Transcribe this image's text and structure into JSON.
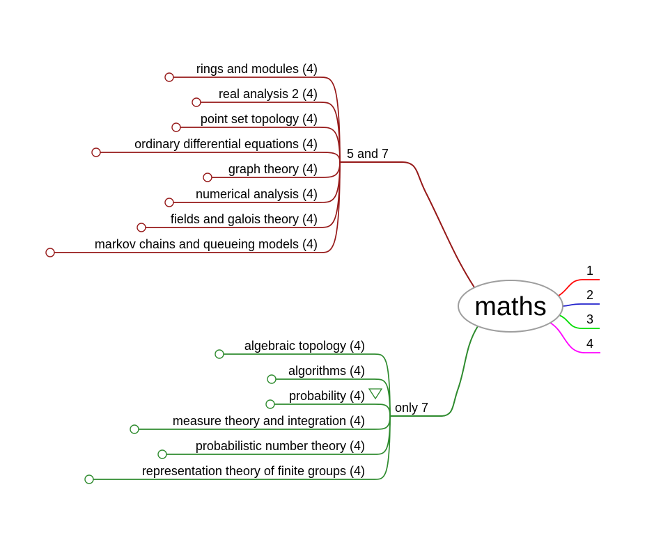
{
  "map": {
    "root": {
      "label": "maths",
      "border_color": "#9e9e9e"
    },
    "background": "#ffffff",
    "branches": [
      {
        "label": "5 and 7",
        "color": "#961919",
        "children": [
          {
            "label": "rings and modules (4)"
          },
          {
            "label": "real analysis 2 (4)"
          },
          {
            "label": "point set topology (4)"
          },
          {
            "label": "ordinary differential equations (4)"
          },
          {
            "label": "graph theory (4)"
          },
          {
            "label": "numerical analysis (4)"
          },
          {
            "label": "fields and galois theory (4)"
          },
          {
            "label": "markov chains and queueing models (4)"
          }
        ]
      },
      {
        "label": "only 7",
        "color": "#2e8b2e",
        "children": [
          {
            "label": "algebraic topology (4)"
          },
          {
            "label": "algorithms (4)"
          },
          {
            "label": "probability (4)",
            "folded": true
          },
          {
            "label": "measure theory and integration (4)"
          },
          {
            "label": "probabilistic number theory (4)"
          },
          {
            "label": "representation theory of finite groups (4)"
          }
        ]
      }
    ],
    "right_nodes": [
      {
        "label": "1",
        "color": "#ff0000"
      },
      {
        "label": "2",
        "color": "#2222cc"
      },
      {
        "label": "3",
        "color": "#00dd00"
      },
      {
        "label": "4",
        "color": "#ff00ff"
      }
    ]
  }
}
